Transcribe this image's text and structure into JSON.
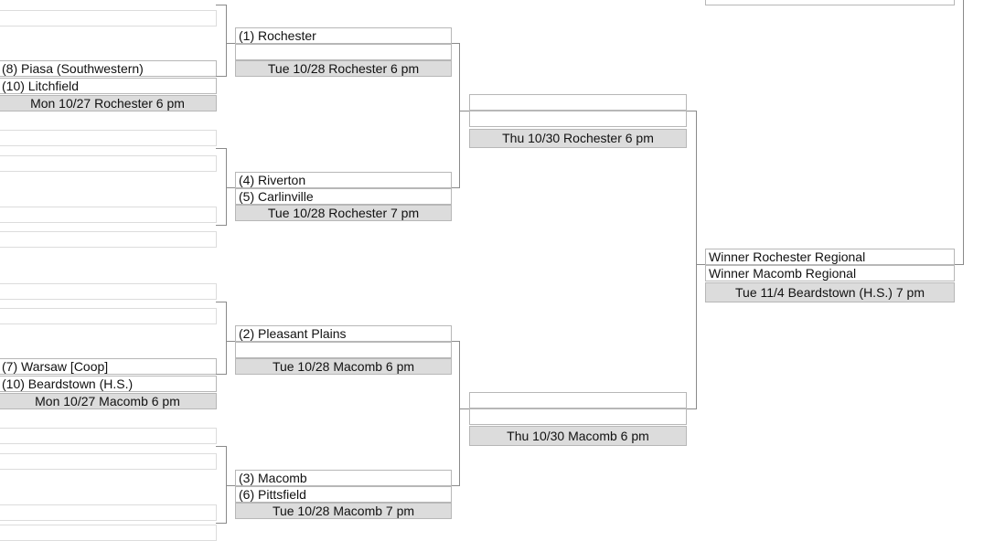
{
  "colors": {
    "slot_border": "#b7b7b7",
    "faded_border": "#dcdcdc",
    "info_background": "#dcdcdc",
    "connector": "#8a8a8a"
  },
  "round1": {
    "m1": {
      "team1": "",
      "team2": "",
      "schedule": ""
    },
    "m2": {
      "team1": "(8) Piasa (Southwestern)",
      "team2": "(10) Litchfield",
      "schedule": "Mon 10/27 Rochester 6 pm"
    },
    "m3": {
      "team1": "",
      "team2": "",
      "schedule": ""
    },
    "m4": {
      "team1": "",
      "team2": "",
      "schedule": ""
    },
    "m5": {
      "team1": "",
      "team2": "",
      "schedule": ""
    },
    "m6": {
      "team1": "(7) Warsaw [Coop]",
      "team2": "(10) Beardstown (H.S.)",
      "schedule": "Mon 10/27 Macomb 6 pm"
    },
    "m7": {
      "team1": "",
      "team2": "",
      "schedule": ""
    },
    "m8": {
      "team1": "",
      "team2": "",
      "schedule": ""
    }
  },
  "quarterfinals": {
    "m1": {
      "team1": "(1) Rochester",
      "team2": "",
      "schedule": "Tue 10/28 Rochester 6 pm"
    },
    "m2": {
      "team1": "(4) Riverton",
      "team2": "(5) Carlinville",
      "schedule": "Tue 10/28 Rochester 7 pm"
    },
    "m3": {
      "team1": "(2) Pleasant Plains",
      "team2": "",
      "schedule": "Tue 10/28 Macomb 6 pm"
    },
    "m4": {
      "team1": "(3) Macomb",
      "team2": "(6) Pittsfield",
      "schedule": "Tue 10/28 Macomb 7 pm"
    }
  },
  "semifinals": {
    "m1": {
      "team1": "",
      "team2": "",
      "schedule": "Thu 10/30 Rochester 6 pm"
    },
    "m2": {
      "team1": "",
      "team2": "",
      "schedule": "Thu 10/30 Macomb 6 pm"
    }
  },
  "final": {
    "m1": {
      "team1": "Winner Rochester Regional",
      "team2": "Winner Macomb Regional",
      "schedule": "Tue 11/4 Beardstown (H.S.) 7 pm"
    }
  },
  "top_right": {
    "slot": ""
  }
}
